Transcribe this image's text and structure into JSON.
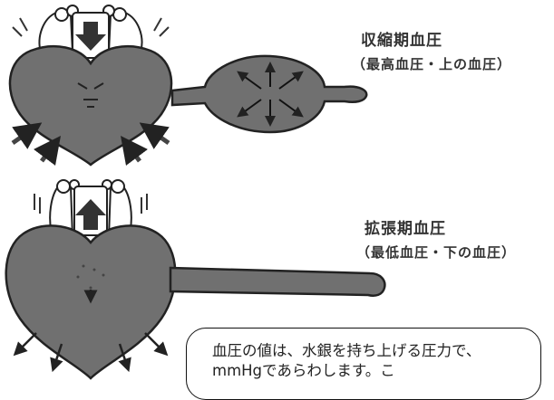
{
  "systolic": {
    "title": "収縮期血圧",
    "subtitle": "（最高血圧・上の血圧）"
  },
  "diastolic": {
    "title": "拡張期血圧",
    "subtitle": "（最低血圧・下の血圧）"
  },
  "callout": {
    "text": "血圧の値は、水銀を持ち上げる圧力で、mmHgであらわします。こ"
  },
  "colors": {
    "heart_fill": "#707070",
    "heart_stroke": "#222222",
    "arrow": "#555555"
  }
}
